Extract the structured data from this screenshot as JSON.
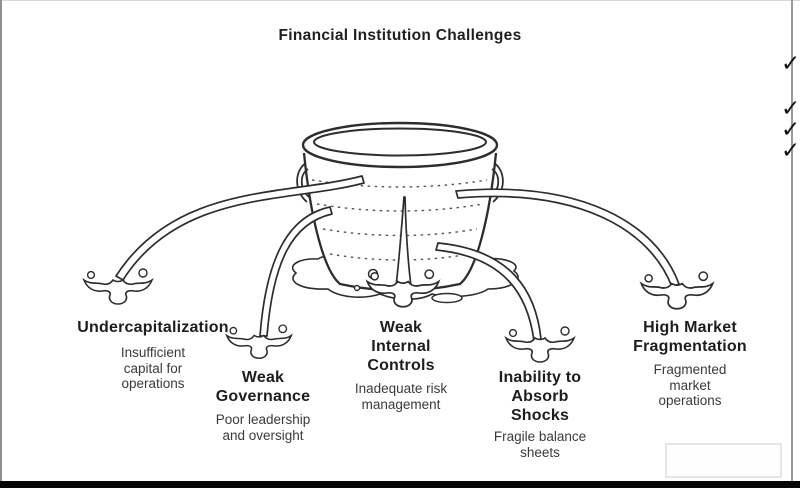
{
  "title": "Financial Institution Challenges",
  "challenges": [
    {
      "title": "Undercapitalization",
      "subtitle": "Insufficient\ncapital for\noperations"
    },
    {
      "title": "Weak\nGovernance",
      "subtitle": "Poor leadership\nand oversight"
    },
    {
      "title": "Weak\nInternal\nControls",
      "subtitle": "Inadequate risk\nmanagement"
    },
    {
      "title": "Inability to\nAbsorb\nShocks",
      "subtitle": "Fragile balance\nsheets"
    },
    {
      "title": "High Market\nFragmentation",
      "subtitle": "Fragmented\nmarket\noperations"
    }
  ],
  "checkmarks": {
    "glyph": "✓",
    "count": 4
  },
  "illustration": {
    "name": "leaky-bucket",
    "streams": 5
  },
  "colors": {
    "ink": "#2d2d2d",
    "title_text": "#1f1f1f",
    "subtitle_text": "#3a3a3a",
    "frame": "#919191",
    "bottom_bar": "#000000",
    "background": "#ffffff"
  }
}
